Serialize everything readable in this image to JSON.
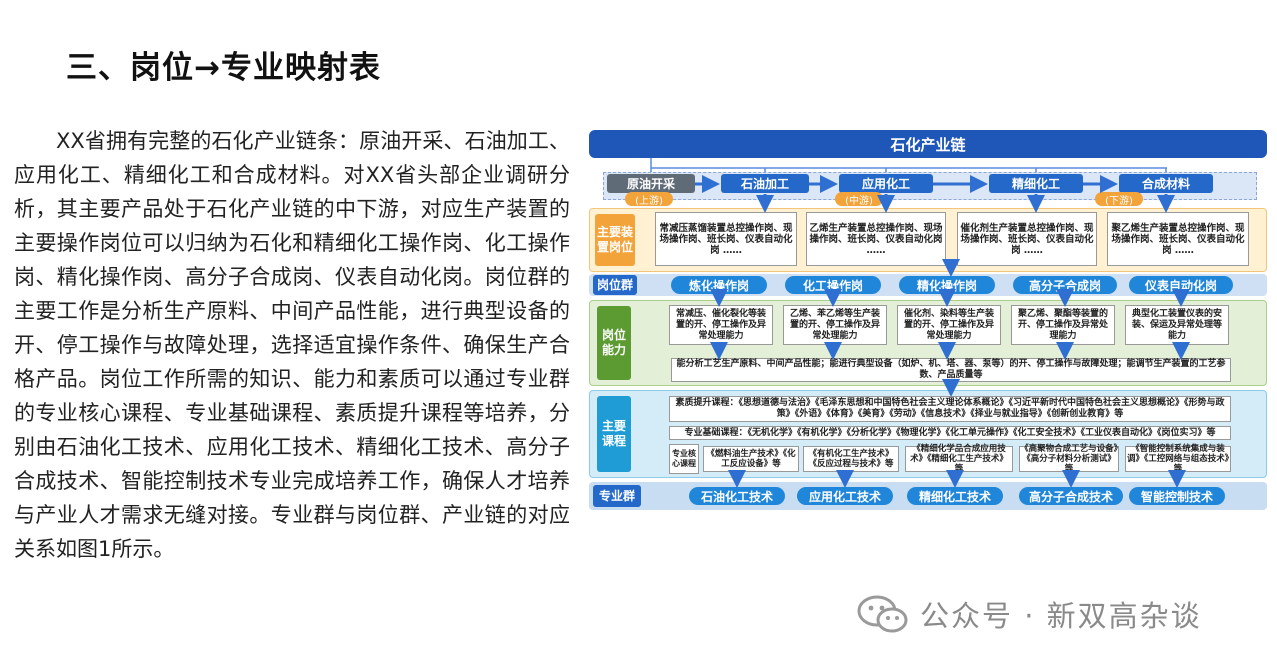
{
  "page": {
    "title": "三、岗位→专业映射表",
    "paragraph": "XX省拥有完整的石化产业链条：原油开采、石油加工、应用化工、精细化工和合成材料。对XX省头部企业调研分析，其主要产品处于石化产业链的中下游，对应生产装置的主要操作岗位可以归纳为石化和精细化工操作岗、化工操作岗、精化操作岗、高分子合成岗、仪表自动化岗。岗位群的主要工作是分析生产原料、中间产品性能，进行典型设备的开、停工操作与故障处理，选择适宜操作条件、确保生产合格产品。岗位工作所需的知识、能力和素质可以通过专业群的专业核心课程、专业基础课程、素质提升课程等培养，分别由石油化工技术、应用化工技术、精细化工技术、高分子合成技术、智能控制技术专业完成培养工作，确保人才培养与产业人才需求无缝对接。专业群与岗位群、产业链的对应关系如图1所示。"
  },
  "watermark": {
    "text": "公众号 · 新双高杂谈",
    "icon": "wechat-icon"
  },
  "diagram": {
    "header": "石化产业链",
    "chain": [
      "原油开采",
      "石油加工",
      "应用化工",
      "精细化工",
      "合成材料"
    ],
    "stages": [
      "(上游)",
      "(中游)",
      "(下游)"
    ],
    "row_labels": {
      "positions": "主要装置岗位",
      "group": "岗位群",
      "ability": "岗位能力",
      "courses": "主要课程",
      "major": "专业群"
    },
    "position_boxes": [
      "常减压蒸馏装置总控操作岗、现场操作岗、班长岗、仪表自动化岗 ……",
      "乙烯生产装置总控操作岗、现场操作岗、班长岗、仪表自动化岗 ……",
      "催化剂生产装置总控操作岗、现场操作岗、班长岗、仪表自动化岗 ……",
      "聚乙烯生产装置总控操作岗、现场操作岗、班长岗、仪表自动化岗 ……"
    ],
    "job_groups": [
      "炼化操作岗",
      "化工操作岗",
      "精化操作岗",
      "高分子合成岗",
      "仪表自动化岗"
    ],
    "abilities": [
      "常减压、催化裂化等装置的开、停工操作及异常处理能力",
      "乙烯、苯乙烯等生产装置的开、停工操作及异常处理能力",
      "催化剂、染料等生产装置的开、停工操作及异常处理能力",
      "聚乙烯、聚酯等装置的开、停工操作及异常处理能力",
      "典型化工装置仪表的安装、保运及异常处理等能力"
    ],
    "ability_common": "能分析工艺生产原料、中间产品性能；能进行典型设备（如炉、机、塔、器、泵等）的开、停工操作与故障处理；能调节生产装置的工艺参数、产品质量等",
    "quality_courses": "素质提升课程：《思想道德与法治》《毛泽东思想和中国特色社会主义理论体系概论》《习近平新时代中国特色社会主义思想概论》《形势与政策》《外语》《体育》《美育》《劳动》《信息技术》《择业与就业指导》《创新创业教育》等",
    "basic_courses": "专业基础课程：《无机化学》《有机化学》《分析化学》《物理化学》《化工单元操作》《化工安全技术》《工业仪表自动化》《岗位实习》等",
    "core_label": "专业核心课程",
    "core_courses": [
      "《燃料油生产技术》《化工反应设备》等",
      "《有机化工生产技术》《反应过程与技术》等",
      "《精细化学品合成应用技术》《精细化工生产技术》等",
      "《高聚物合成工艺与设备》《高分子材料分析测试》等",
      "《智能控制系统集成与装调》《工控网络与组态技术》等"
    ],
    "majors": [
      "石油化工技术",
      "应用化工技术",
      "精细化工技术",
      "高分子合成技术",
      "智能控制技术"
    ],
    "colors": {
      "header": "#1f57b8",
      "chain_first": "#5f6b77",
      "chain_node": "#2468c9",
      "stage": "#f2a33a",
      "positions_band": "#fff1d2",
      "positions_label": "#f2a33a",
      "group_band": "#cfe0f4",
      "group_label": "#2468c9",
      "ability_band": "#e3efd6",
      "ability_label": "#5c9b31",
      "course_band": "#d3ecf8",
      "course_label": "#1f9bd6",
      "major_band": "#c9ddf2",
      "major_label": "#2468c9",
      "pill": "#1f86d9",
      "arrow": "#2f6fd1"
    }
  }
}
